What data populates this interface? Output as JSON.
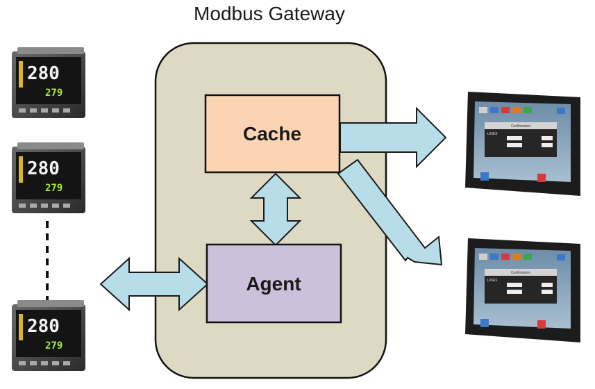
{
  "diagram": {
    "title": "Modbus Gateway",
    "boxes": {
      "cache": "Cache",
      "agent": "Agent"
    },
    "controllers": [
      {
        "pv": "280",
        "sv": "279"
      },
      {
        "pv": "280",
        "sv": "279"
      },
      {
        "pv": "280",
        "sv": "279"
      }
    ],
    "hmi_screens": [
      {
        "dialog_title": "Confirmation",
        "header": "LINES"
      },
      {
        "dialog_title": "Confirmation",
        "header": "LINES"
      }
    ]
  },
  "colors": {
    "gateway_fill": "#ddd9c3",
    "cache_fill": "#fbd4b4",
    "agent_fill": "#ccc0da",
    "arrow_fill": "#b7dde8",
    "arrow_stroke": "#1a1a1a"
  },
  "icons": [
    "temperature-controller-icon",
    "hmi-touch-panel-icon"
  ]
}
